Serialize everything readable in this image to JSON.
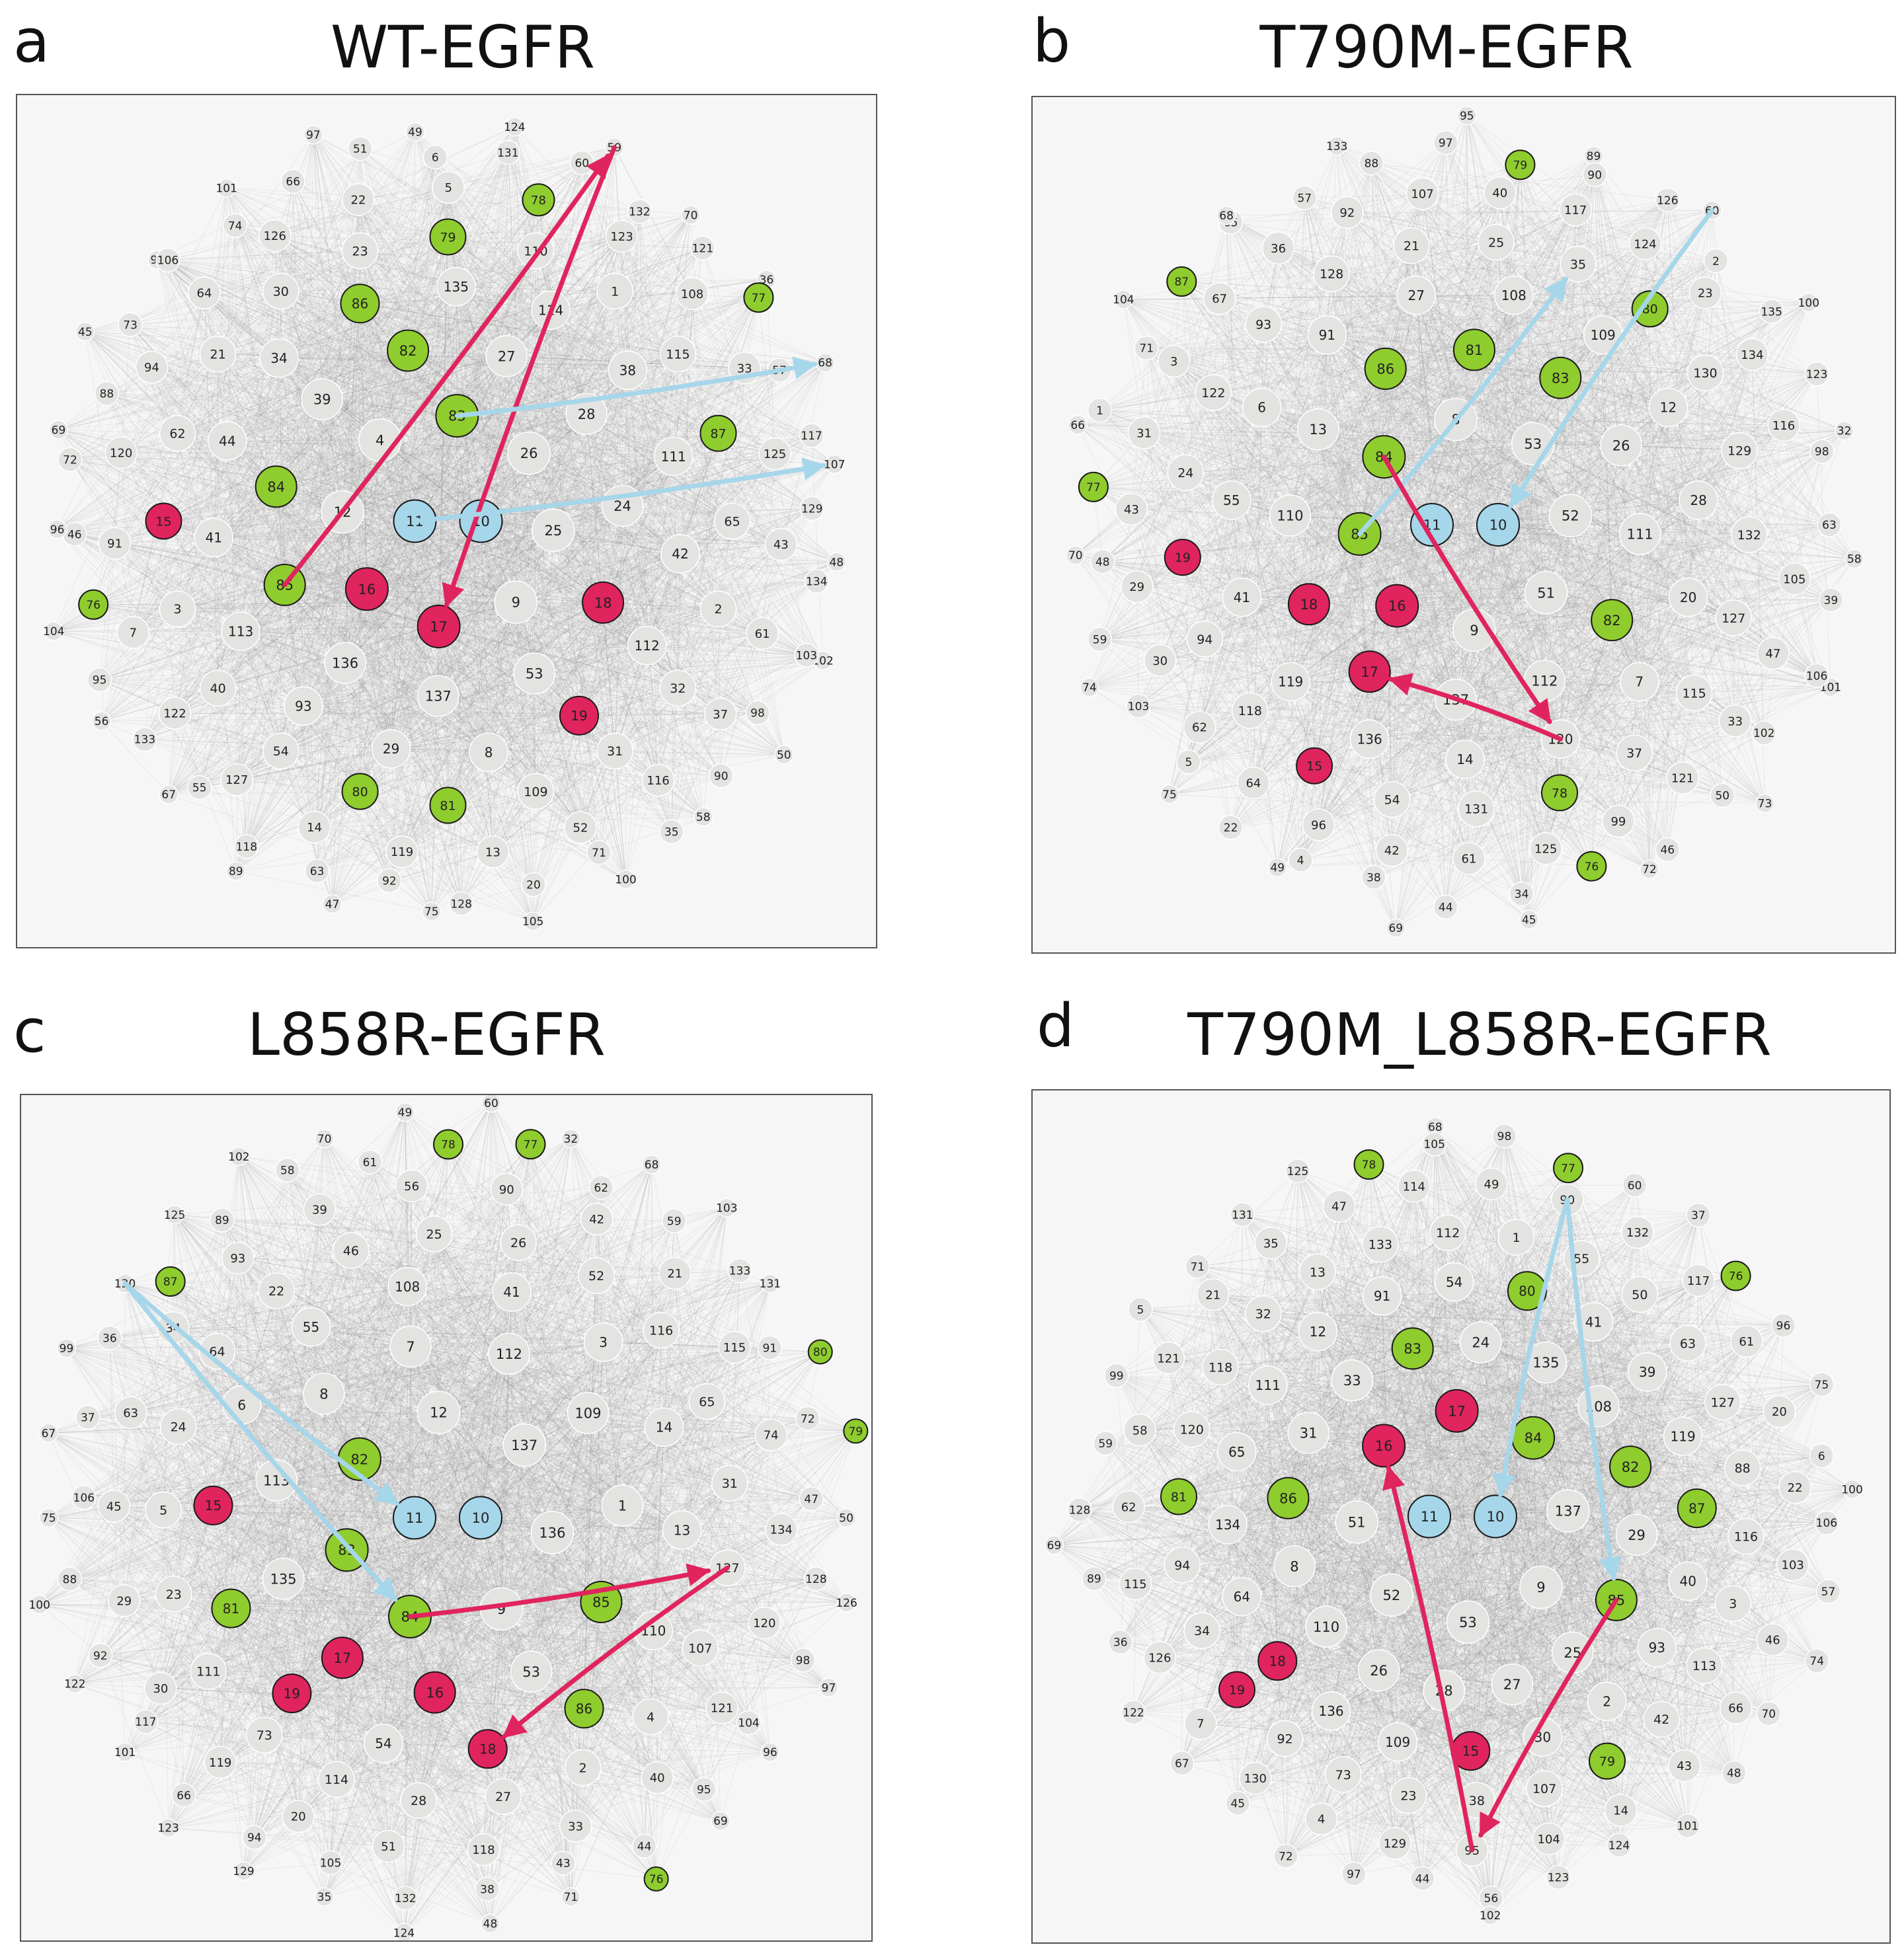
{
  "colors": {
    "red": "#e0245e",
    "green": "#8fcc2e",
    "blue": "#a6d6ea",
    "gray": "#e3e3e1",
    "edge": "#8a8a8a"
  },
  "panels": [
    {
      "letter": "a",
      "title": "WT-EGFR",
      "rings": [
        {
          "nodes": [
            "11",
            "10"
          ]
        },
        {
          "nodes": [
            "25",
            "9",
            "17",
            "16",
            "12",
            "4",
            "83",
            "26"
          ]
        },
        {
          "nodes": [
            "24",
            "18",
            "53",
            "137",
            "136",
            "85",
            "84",
            "39",
            "82",
            "27",
            "28"
          ]
        },
        {
          "nodes": [
            "42",
            "112",
            "19",
            "8",
            "29",
            "93",
            "113",
            "41",
            "44",
            "34",
            "86",
            "135",
            "114",
            "38",
            "111"
          ]
        },
        {
          "nodes": [
            "65",
            "2",
            "32",
            "31",
            "109",
            "81",
            "80",
            "54",
            "40",
            "3",
            "15",
            "62",
            "21",
            "30",
            "23",
            "79",
            "110",
            "1",
            "115",
            "87"
          ]
        },
        {
          "nodes": [
            "43",
            "61",
            "37",
            "116",
            "52",
            "13",
            "119",
            "14",
            "127",
            "122",
            "7",
            "91",
            "120",
            "94",
            "64",
            "126",
            "22",
            "5",
            "78",
            "123",
            "108",
            "33",
            "125"
          ]
        },
        {
          "nodes": [
            "129",
            "134",
            "103",
            "98",
            "90",
            "35",
            "71",
            "20",
            "128",
            "92",
            "63",
            "118",
            "55",
            "133",
            "95",
            "76",
            "46",
            "72",
            "88",
            "73",
            "106",
            "74",
            "66",
            "51",
            "6",
            "131",
            "60",
            "132",
            "121",
            "77",
            "57",
            "117"
          ]
        },
        {
          "nodes": [
            "48",
            "102",
            "50",
            "58",
            "100",
            "105",
            "75",
            "47",
            "89",
            "67",
            "56",
            "104",
            "96",
            "69",
            "45",
            "99",
            "101",
            "97",
            "49",
            "124",
            "59",
            "70",
            "36",
            "68",
            "107"
          ]
        }
      ],
      "nodes_red": [
        "15",
        "16",
        "17",
        "18",
        "19"
      ],
      "nodes_green": [
        "76",
        "77",
        "78",
        "79",
        "80",
        "81",
        "82",
        "83",
        "84",
        "85",
        "86",
        "87"
      ],
      "nodes_blue": [
        "10",
        "11"
      ],
      "arrows": [
        {
          "from": "85",
          "to": "59",
          "color": "red"
        },
        {
          "from": "59",
          "to": "17",
          "color": "red"
        },
        {
          "from": "83",
          "to": "68",
          "color": "blue"
        },
        {
          "from": "11",
          "to": "107",
          "color": "blue"
        }
      ]
    },
    {
      "letter": "b",
      "title": "T790M-EGFR",
      "rings": [
        {
          "nodes": [
            "11",
            "10"
          ]
        },
        {
          "nodes": [
            "52",
            "51",
            "9",
            "16",
            "85",
            "84",
            "8",
            "53"
          ]
        },
        {
          "nodes": [
            "111",
            "82",
            "112",
            "137",
            "17",
            "18",
            "110",
            "13",
            "86",
            "81",
            "83",
            "26"
          ]
        },
        {
          "nodes": [
            "28",
            "20",
            "7",
            "120",
            "14",
            "136",
            "119",
            "41",
            "55",
            "6",
            "91",
            "27",
            "108",
            "109",
            "12"
          ]
        },
        {
          "nodes": [
            "132",
            "127",
            "115",
            "37",
            "78",
            "131",
            "54",
            "15",
            "118",
            "94",
            "19",
            "24",
            "122",
            "93",
            "128",
            "21",
            "25",
            "35",
            "80",
            "130",
            "129"
          ]
        },
        {
          "nodes": [
            "66",
            "105",
            "47",
            "33",
            "121",
            "99",
            "125",
            "61",
            "42",
            "96",
            "64",
            "62",
            "30",
            "29",
            "43",
            "31",
            "3",
            "67",
            "36",
            "92",
            "107",
            "40",
            "117",
            "124",
            "23",
            "134",
            "116"
          ]
        },
        {
          "nodes": [
            "63",
            "39",
            "106",
            "102",
            "50",
            "46",
            "76",
            "34",
            "44",
            "38",
            "4",
            "22",
            "5",
            "103",
            "59",
            "48",
            "77",
            "1",
            "71",
            "87",
            "65",
            "57",
            "88",
            "97",
            "79",
            "90",
            "126",
            "2",
            "135",
            "123",
            "98"
          ]
        },
        {
          "nodes": [
            "58",
            "101",
            "73",
            "72",
            "45",
            "69",
            "49",
            "75",
            "74",
            "70",
            "66",
            "104",
            "68",
            "133",
            "95",
            "89",
            "60",
            "100",
            "32"
          ]
        }
      ],
      "nodes_red": [
        "15",
        "16",
        "17",
        "18",
        "19"
      ],
      "nodes_green": [
        "76",
        "77",
        "78",
        "79",
        "80",
        "81",
        "82",
        "83",
        "84",
        "85",
        "86",
        "87"
      ],
      "nodes_blue": [
        "10",
        "11"
      ],
      "arrows": [
        {
          "from": "85",
          "to": "35",
          "color": "blue"
        },
        {
          "from": "60",
          "to": "10",
          "color": "blue"
        },
        {
          "from": "84",
          "to": "120",
          "color": "red"
        },
        {
          "from": "120",
          "to": "17",
          "color": "red"
        }
      ]
    },
    {
      "letter": "c",
      "title": "L858R-EGFR",
      "rings": [
        {
          "nodes": [
            "11",
            "10"
          ]
        },
        {
          "nodes": [
            "136",
            "9",
            "84",
            "83",
            "82",
            "12",
            "137"
          ]
        },
        {
          "nodes": [
            "1",
            "85",
            "53",
            "16",
            "17",
            "135",
            "113",
            "8",
            "7",
            "112",
            "109"
          ]
        },
        {
          "nodes": [
            "13",
            "110",
            "86",
            "18",
            "54",
            "19",
            "81",
            "15",
            "6",
            "55",
            "108",
            "41",
            "3",
            "14"
          ]
        },
        {
          "nodes": [
            "31",
            "127",
            "107",
            "4",
            "2",
            "27",
            "28",
            "114",
            "73",
            "111",
            "23",
            "5",
            "24",
            "64",
            "22",
            "46",
            "25",
            "26",
            "52",
            "116",
            "65"
          ]
        },
        {
          "nodes": [
            "134",
            "120",
            "121",
            "40",
            "33",
            "118",
            "51",
            "20",
            "119",
            "30",
            "29",
            "45",
            "63",
            "34",
            "93",
            "39",
            "56",
            "90",
            "42",
            "21",
            "115",
            "74"
          ]
        },
        {
          "nodes": [
            "47",
            "128",
            "98",
            "104",
            "95",
            "44",
            "43",
            "38",
            "132",
            "105",
            "94",
            "66",
            "117",
            "92",
            "88",
            "106",
            "37",
            "36",
            "87",
            "89",
            "58",
            "61",
            "78",
            "77",
            "62",
            "59",
            "133",
            "91",
            "72"
          ]
        },
        {
          "nodes": [
            "50",
            "126",
            "97",
            "96",
            "69",
            "76",
            "71",
            "48",
            "124",
            "35",
            "129",
            "123",
            "101",
            "122",
            "100",
            "75",
            "67",
            "99",
            "130",
            "125",
            "102",
            "70",
            "49",
            "60",
            "32",
            "68",
            "103",
            "131",
            "80",
            "79"
          ]
        }
      ],
      "nodes_red": [
        "15",
        "16",
        "17",
        "18",
        "19"
      ],
      "nodes_green": [
        "76",
        "77",
        "78",
        "79",
        "80",
        "81",
        "82",
        "83",
        "84",
        "85",
        "86",
        "87"
      ],
      "nodes_blue": [
        "10",
        "11"
      ],
      "arrows": [
        {
          "from": "84",
          "to": "127",
          "color": "red"
        },
        {
          "from": "127",
          "to": "18",
          "color": "red"
        },
        {
          "from": "130",
          "to": "11",
          "color": "blue"
        },
        {
          "from": "130",
          "to": "84",
          "color": "blue"
        }
      ]
    },
    {
      "letter": "d",
      "title": "T790M_L858R-EGFR",
      "rings": [
        {
          "nodes": [
            "11",
            "10"
          ]
        },
        {
          "nodes": [
            "137",
            "9",
            "53",
            "52",
            "51",
            "16",
            "17",
            "84"
          ]
        },
        {
          "nodes": [
            "29",
            "85",
            "25",
            "27",
            "28",
            "26",
            "110",
            "8",
            "86",
            "31",
            "33",
            "83",
            "24",
            "135",
            "108",
            "82"
          ]
        },
        {
          "nodes": [
            "87",
            "40",
            "93",
            "2",
            "30",
            "15",
            "109",
            "136",
            "18",
            "64",
            "134",
            "65",
            "111",
            "12",
            "91",
            "54",
            "80",
            "41",
            "39",
            "119"
          ]
        },
        {
          "nodes": [
            "116",
            "3",
            "113",
            "42",
            "79",
            "107",
            "38",
            "23",
            "73",
            "92",
            "19",
            "34",
            "94",
            "81",
            "120",
            "118",
            "32",
            "13",
            "133",
            "112",
            "1",
            "55",
            "50",
            "63",
            "127",
            "88"
          ]
        },
        {
          "nodes": [
            "22",
            "103",
            "46",
            "66",
            "43",
            "14",
            "104",
            "95",
            "129",
            "4",
            "130",
            "7",
            "126",
            "115",
            "62",
            "58",
            "121",
            "21",
            "35",
            "47",
            "114",
            "49",
            "90",
            "132",
            "117",
            "61",
            "20"
          ]
        },
        {
          "nodes": [
            "106",
            "57",
            "74",
            "70",
            "48",
            "101",
            "124",
            "123",
            "56",
            "44",
            "97",
            "72",
            "45",
            "67",
            "122",
            "36",
            "89",
            "128",
            "59",
            "99",
            "5",
            "71",
            "131",
            "125",
            "78",
            "105",
            "98",
            "77",
            "60",
            "37",
            "76",
            "96",
            "75",
            "6"
          ]
        },
        {
          "nodes": [
            "100",
            "102",
            "69",
            "68"
          ]
        }
      ],
      "nodes_red": [
        "15",
        "16",
        "17",
        "18",
        "19"
      ],
      "nodes_green": [
        "76",
        "77",
        "78",
        "79",
        "80",
        "81",
        "82",
        "83",
        "84",
        "85",
        "86",
        "87"
      ],
      "nodes_blue": [
        "10",
        "11"
      ],
      "arrows": [
        {
          "from": "90",
          "to": "10",
          "color": "blue"
        },
        {
          "from": "90",
          "to": "85",
          "color": "blue"
        },
        {
          "from": "85",
          "to": "95",
          "color": "red"
        },
        {
          "from": "95",
          "to": "16",
          "color": "red"
        }
      ]
    }
  ]
}
